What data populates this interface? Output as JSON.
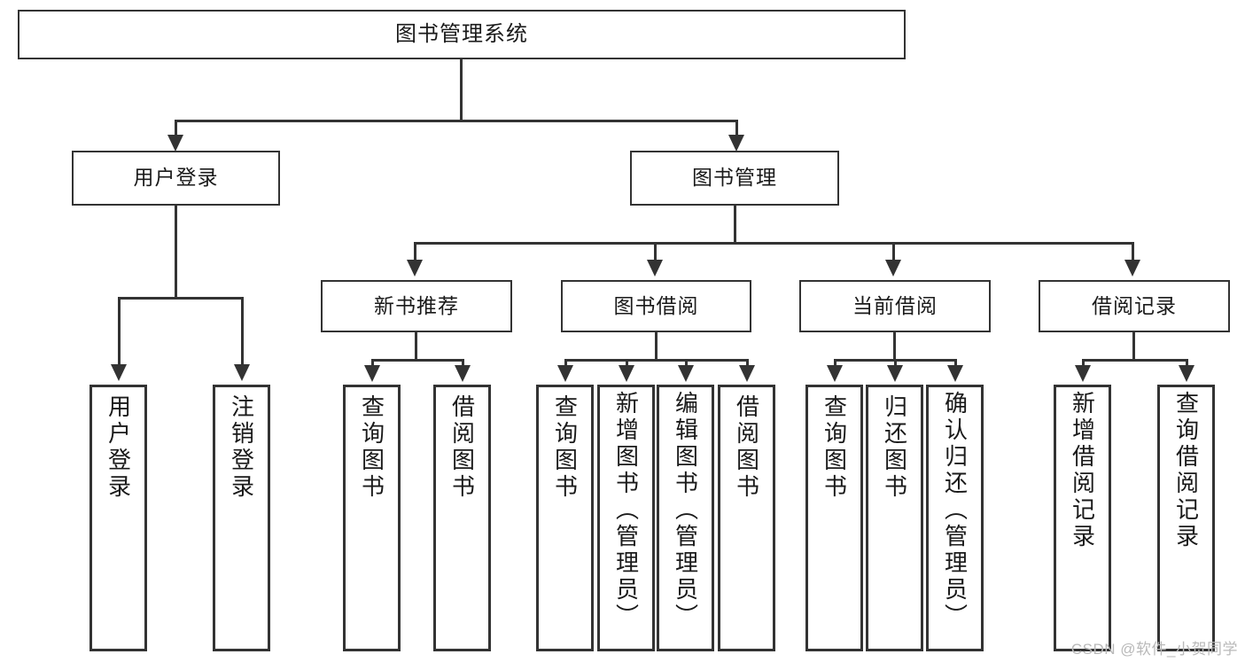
{
  "diagram": {
    "type": "tree",
    "title_node": {
      "label": "图书管理系统"
    },
    "level2": [
      {
        "id": "user-login",
        "label": "用户登录"
      },
      {
        "id": "book-management",
        "label": "图书管理"
      }
    ],
    "level3": [
      {
        "id": "new-book-recommend",
        "label": "新书推荐"
      },
      {
        "id": "book-borrow",
        "label": "图书借阅"
      },
      {
        "id": "current-borrow",
        "label": "当前借阅"
      },
      {
        "id": "borrow-record",
        "label": "借阅记录"
      }
    ],
    "leaves": [
      {
        "id": "leaf-user-login",
        "label": "用户登录",
        "parent": "user-login"
      },
      {
        "id": "leaf-logout-login",
        "label": "注销登录",
        "parent": "user-login"
      },
      {
        "id": "leaf-query-book-1",
        "label": "查询图书",
        "parent": "new-book-recommend"
      },
      {
        "id": "leaf-borrow-book-1",
        "label": "借阅图书",
        "parent": "new-book-recommend"
      },
      {
        "id": "leaf-query-book-2",
        "label": "查询图书",
        "parent": "book-borrow"
      },
      {
        "id": "leaf-add-book-admin",
        "label": "新增图书（管理员）",
        "parent": "book-borrow"
      },
      {
        "id": "leaf-edit-book-admin",
        "label": "编辑图书（管理员）",
        "parent": "book-borrow"
      },
      {
        "id": "leaf-borrow-book-2",
        "label": "借阅图书",
        "parent": "book-borrow"
      },
      {
        "id": "leaf-query-book-3",
        "label": "查询图书",
        "parent": "current-borrow"
      },
      {
        "id": "leaf-return-book",
        "label": "归还图书",
        "parent": "current-borrow"
      },
      {
        "id": "leaf-confirm-return-admin",
        "label": "确认归还（管理员）",
        "parent": "current-borrow"
      },
      {
        "id": "leaf-add-record",
        "label": "新增借阅记录",
        "parent": "borrow-record"
      },
      {
        "id": "leaf-query-record",
        "label": "查询借阅记录",
        "parent": "borrow-record"
      }
    ],
    "watermark": "CSDN @软件_小贺同学",
    "colors": {
      "stroke": "#333333",
      "fill": "#ffffff",
      "text": "#1a1a1a",
      "watermark": "#b9b9b9"
    }
  }
}
